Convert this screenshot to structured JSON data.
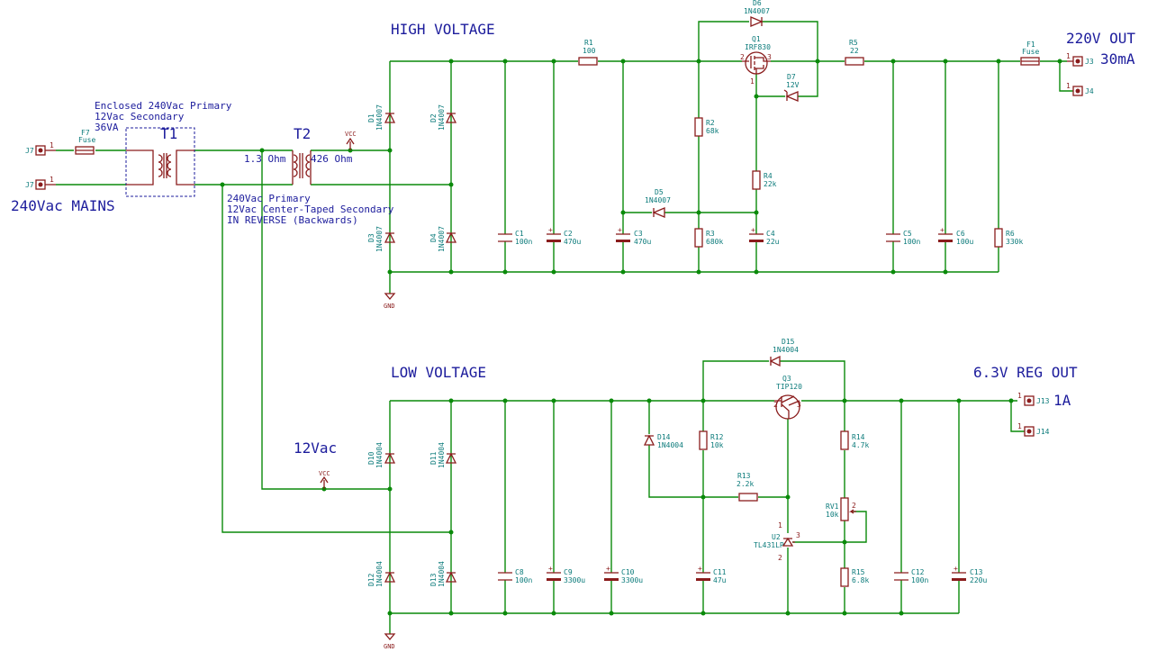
{
  "notes": {
    "high_voltage": "HIGH VOLTAGE",
    "low_voltage": "LOW VOLTAGE",
    "out_220": "220V OUT",
    "out_30ma": "30mA",
    "out_63": "6.3V REG OUT",
    "out_1a": "1A",
    "mains": "240Vac MAINS",
    "v12": "12Vac",
    "t1_line1": "Enclosed 240Vac Primary",
    "t1_line2": "12Vac Secondary",
    "t1_line3": "36VA",
    "t2_line1": "240Vac Primary",
    "t2_line2": "12Vac Center-Taped Secondary",
    "t2_line3": "IN REVERSE (Backwards)",
    "t2_left": "1.3 Ohm",
    "t2_right": "426 Ohm",
    "t1": "T1",
    "t2": "T2"
  },
  "nets": {
    "vcc": "VCC",
    "gnd": "GND"
  },
  "pins": {
    "p1": "1",
    "p2": "2",
    "p3": "3"
  },
  "connectors": {
    "j3": "J3",
    "j4": "J4",
    "j7": "J7",
    "j13": "J13",
    "j14": "J14"
  },
  "parts": {
    "f7": "F7",
    "f7v": "Fuse",
    "f1": "F1",
    "f1v": "Fuse",
    "d1": "D1",
    "d1v": "1N4007",
    "d2": "D2",
    "d2v": "1N4007",
    "d3": "D3",
    "d3v": "1N4007",
    "d4": "D4",
    "d4v": "1N4007",
    "d5": "D5",
    "d5v": "1N4007",
    "d6": "D6",
    "d6v": "1N4007",
    "d7": "D7",
    "d7v": "12V",
    "q1": "Q1",
    "q1v": "IRF830",
    "r1": "R1",
    "r1v": "100",
    "r2": "R2",
    "r2v": "68k",
    "r3": "R3",
    "r3v": "680k",
    "r4": "R4",
    "r4v": "22k",
    "r5": "R5",
    "r5v": "22",
    "r6": "R6",
    "r6v": "330k",
    "c1": "C1",
    "c1v": "100n",
    "c2": "C2",
    "c2v": "470u",
    "c3": "C3",
    "c3v": "470u",
    "c4": "C4",
    "c4v": "22u",
    "c5": "C5",
    "c5v": "100n",
    "c6": "C6",
    "c6v": "100u",
    "d10": "D10",
    "d10v": "1N4004",
    "d11": "D11",
    "d11v": "1N4004",
    "d12": "D12",
    "d12v": "1N4004",
    "d13": "D13",
    "d13v": "1N4004",
    "d14": "D14",
    "d14v": "1N4004",
    "d15": "D15",
    "d15v": "1N4004",
    "q3": "Q3",
    "q3v": "TIP120",
    "u2": "U2",
    "u2v": "TL431LP",
    "rv1": "RV1",
    "rv1v": "10k",
    "r12": "R12",
    "r12v": "10k",
    "r13": "R13",
    "r13v": "2.2k",
    "r14": "R14",
    "r14v": "4.7k",
    "r15": "R15",
    "r15v": "6.8k",
    "c8": "C8",
    "c8v": "100n",
    "c9": "C9",
    "c9v": "3300u",
    "c10": "C10",
    "c10v": "3300u",
    "c11": "C11",
    "c11v": "47u",
    "c12": "C12",
    "c12v": "100n",
    "c13": "C13",
    "c13v": "220u"
  }
}
